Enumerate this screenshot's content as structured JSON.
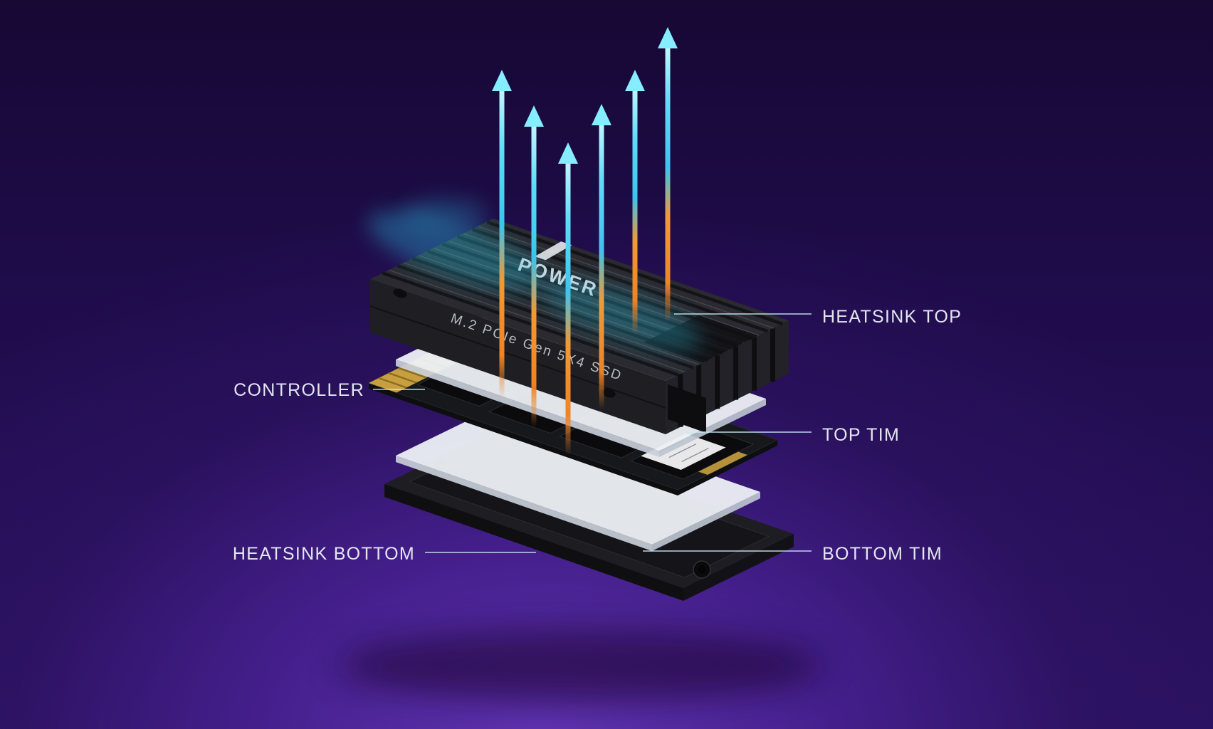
{
  "product": {
    "model_text": "M.2 PCIe Gen 5X4 SSD",
    "brand_logo_text": "POWER"
  },
  "callouts": {
    "heatsink_top": "HEATSINK TOP",
    "top_tim": "TOP TIM",
    "bottom_tim": "BOTTOM TIM",
    "controller": "CONTROLLER",
    "heatsink_bottom": "HEATSINK BOTTOM"
  },
  "colors": {
    "background_top": "#170834",
    "background_glow": "#5c30aa",
    "arrow_cyan": "#5fdcf8",
    "arrow_orange": "#ef8325",
    "callout_line": "#c9edf8",
    "label_text": "#e3e6f1",
    "heatsink_dark": "#26262b",
    "tim_white": "#edf0f5",
    "pcb_dark": "#17181c",
    "connector_gold": "#c79f3e"
  }
}
